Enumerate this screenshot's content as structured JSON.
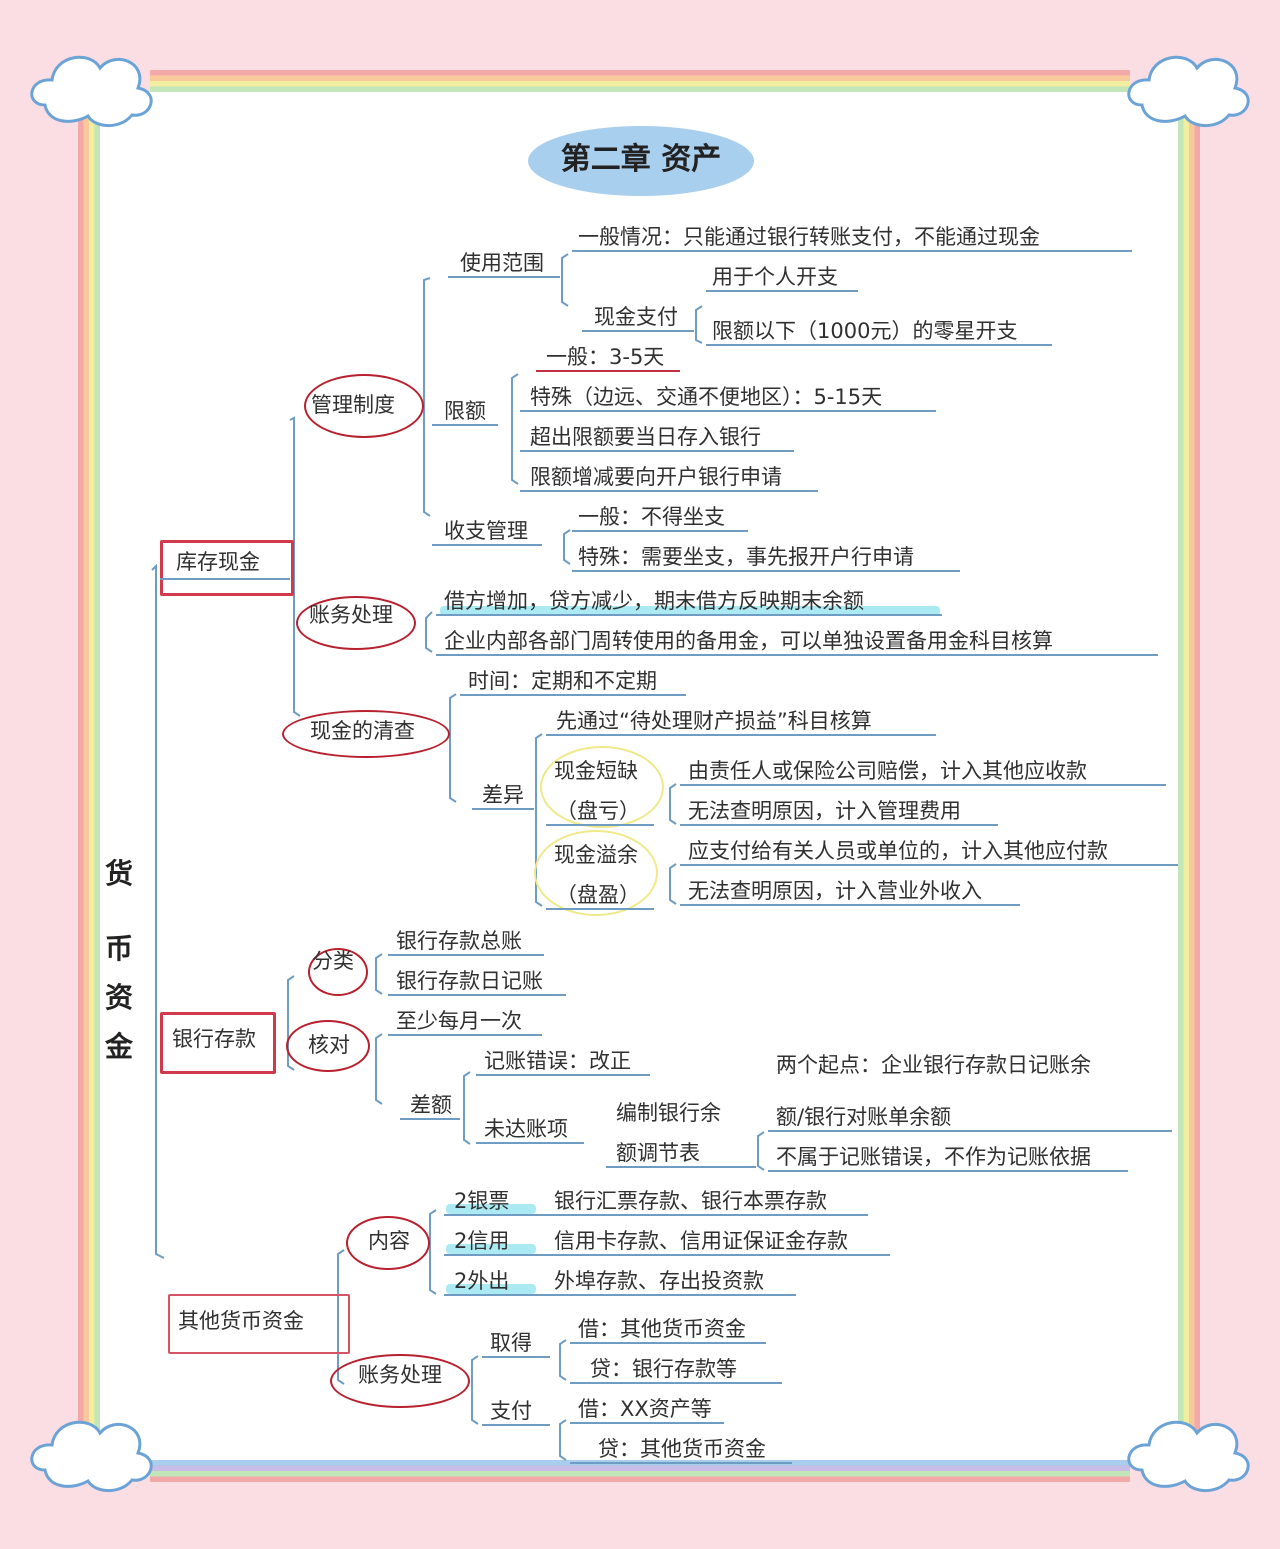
{
  "title": "第二章 资产",
  "root": [
    "货",
    "币",
    "资",
    "金"
  ],
  "cash": {
    "label": "库存现金",
    "mgmt": {
      "label": "管理制度",
      "scope": {
        "label": "使用范围",
        "general": "一般情况：只能通过银行转账支付，不能通过现金",
        "cash_pay": "现金支付",
        "personal": "用于个人开支",
        "petty": "限额以下（1000元）的零星开支"
      },
      "limit": {
        "label": "限额",
        "normal": "一般：3-5天",
        "special": "特殊（边远、交通不便地区）：5-15天",
        "over": "超出限额要当日存入银行",
        "change": "限额增减要向开户银行申请"
      },
      "inout": {
        "label": "收支管理",
        "normal": "一般：不得坐支",
        "special": "特殊：需要坐支，事先报开户行申请"
      }
    },
    "acct": {
      "label": "账务处理",
      "line1": "借方增加，贷方减少，期末借方反映期末余额",
      "line2": "企业内部各部门周转使用的备用金，可以单独设置备用金科目核算"
    },
    "check": {
      "label": "现金的清查",
      "time": "时间：定期和不定期",
      "diff": "差异",
      "first": "先通过“待处理财产损益”科目核算",
      "short_a": "现金短缺",
      "short_b": "（盘亏）",
      "short_1": "由责任人或保险公司赔偿，计入其他应收款",
      "short_2": "无法查明原因，计入管理费用",
      "over_a": "现金溢余",
      "over_b": "（盘盈）",
      "over_1": "应支付给有关人员或单位的，计入其他应付款",
      "over_2": "无法查明原因，计入营业外收入"
    }
  },
  "bank": {
    "label": "银行存款",
    "cat": {
      "label": "分类",
      "item1": "银行存款总账",
      "item2": "银行存款日记账"
    },
    "rec": {
      "label": "核对",
      "freq": "至少每月一次",
      "diff": "差额",
      "error": "记账错误：改正",
      "pending": "未达账项",
      "stmt_a": "编制银行余",
      "stmt_b": "额调节表",
      "start_a": "两个起点：企业银行存款日记账余",
      "start_b": "额/银行对账单余额",
      "note": "不属于记账错误，不作为记账依据"
    }
  },
  "other": {
    "label": "其他货币资金",
    "content": {
      "label": "内容",
      "k1": "2银票",
      "v1": "银行汇票存款、银行本票存款",
      "k2": "2信用",
      "v2": "信用卡存款、信用证保证金存款",
      "k3": "2外出",
      "v3": "外埠存款、存出投资款"
    },
    "acct": {
      "label": "账务处理",
      "get": "取得",
      "get_dr": "借：其他货币资金",
      "get_cr": "贷：银行存款等",
      "pay": "支付",
      "pay_dr": "借：XX资产等",
      "pay_cr": "贷：其他货币资金"
    }
  }
}
